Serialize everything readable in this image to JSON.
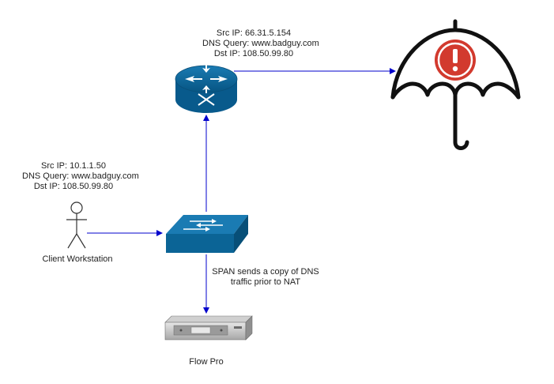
{
  "router_label": {
    "src_ip": "Src IP:  66.31.5.154",
    "dns_query": "DNS Query: www.badguy.com",
    "dst_ip": "Dst IP: 108.50.99.80"
  },
  "client_label": {
    "src_ip": "Src IP:  10.1.1.50",
    "dns_query": "DNS Query: www.badguy.com",
    "dst_ip": "Dst IP: 108.50.99.80"
  },
  "client_name": "Client Workstation",
  "span_note": {
    "line1": "SPAN sends a copy of DNS",
    "line2": "traffic prior to NAT"
  },
  "flow_pro_name": "Flow Pro",
  "nodes": {
    "router": "router-icon",
    "switch": "switch-icon",
    "client": "user-icon",
    "umbrella": "umbrella-alert-icon",
    "flow_pro": "server-appliance-icon"
  },
  "colors": {
    "connector": "#0000cc",
    "network_device": "#0b6496",
    "alert": "#d23a2e"
  }
}
